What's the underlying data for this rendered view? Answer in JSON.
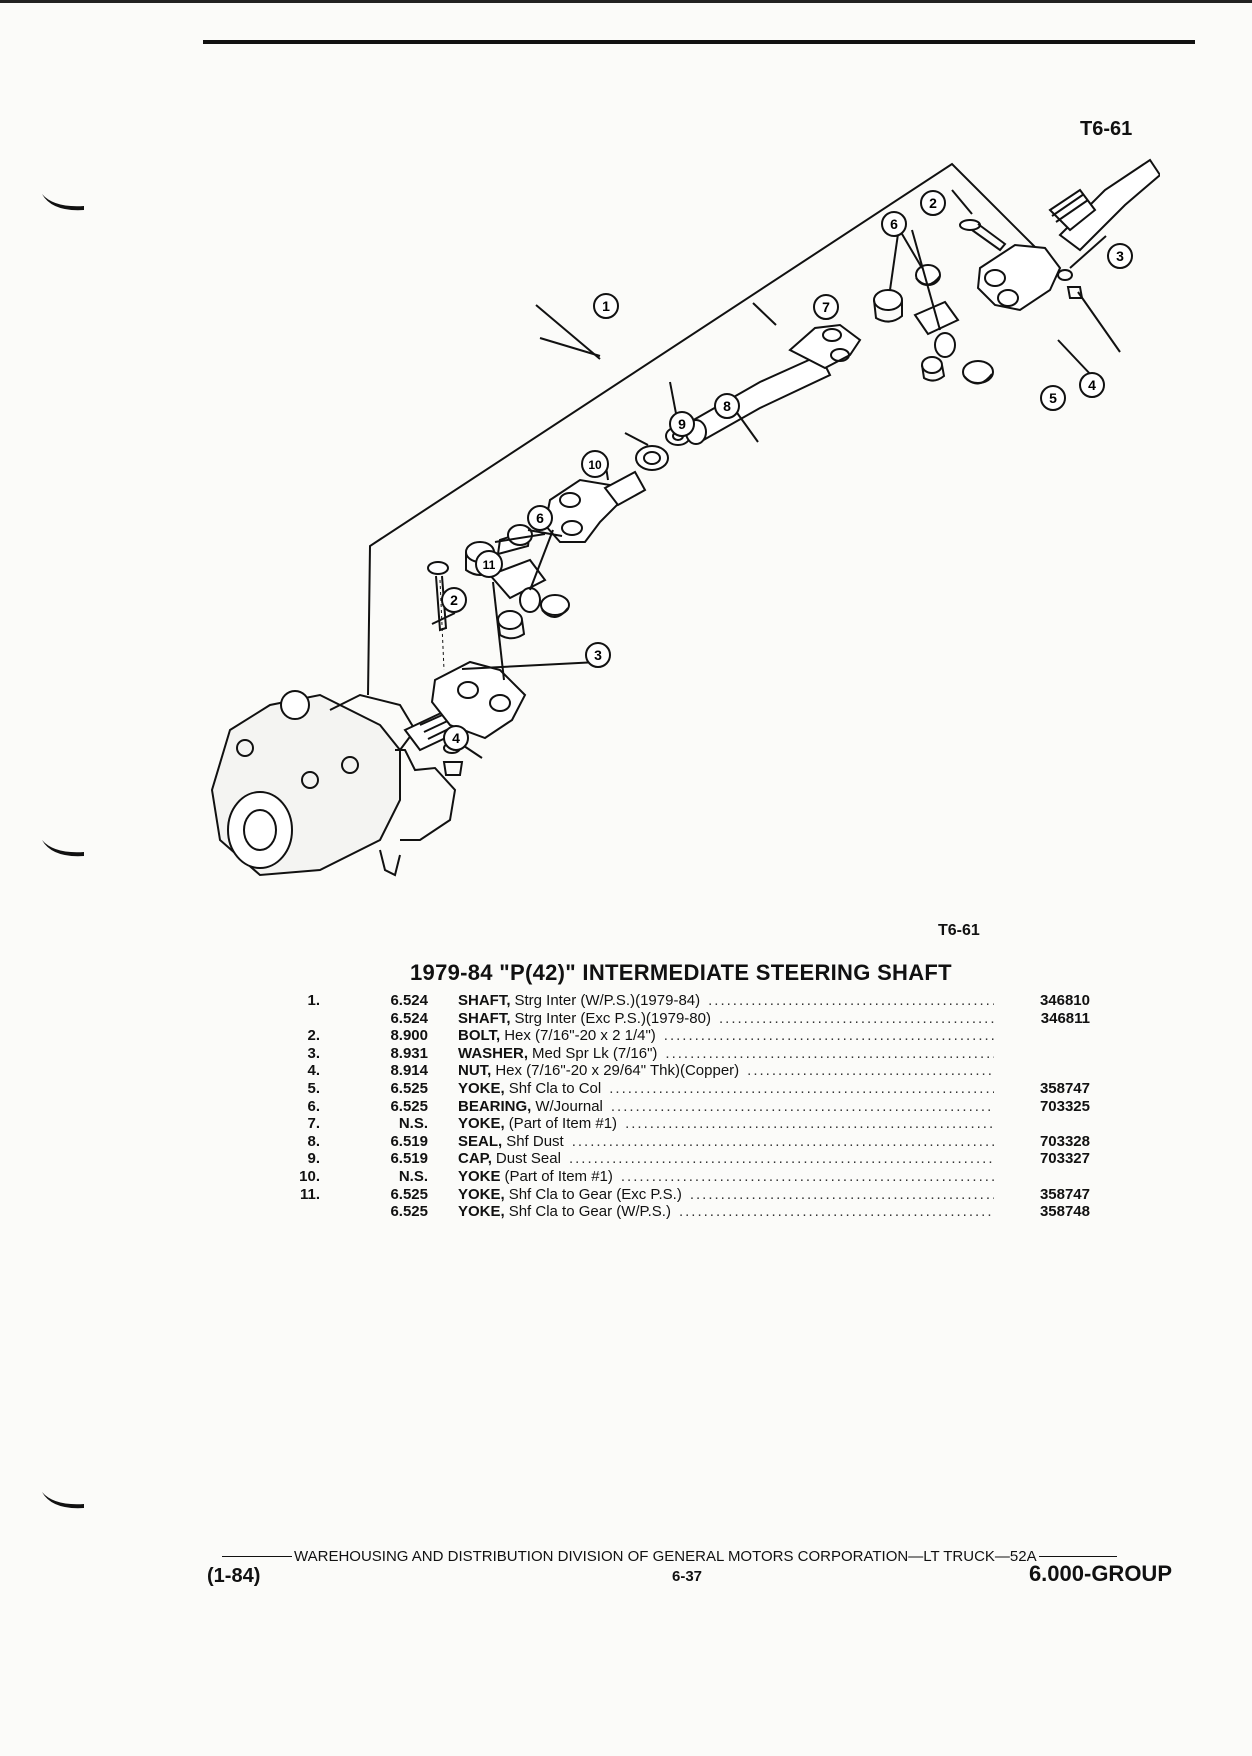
{
  "figure": {
    "id_top": "T6-61",
    "id_bottom": "T6-61",
    "callouts": [
      "1",
      "2",
      "3",
      "4",
      "5",
      "6",
      "7",
      "8",
      "9",
      "10",
      "11",
      "6",
      "2",
      "3",
      "4"
    ]
  },
  "title": "1979-84 \"P(42)\" INTERMEDIATE STEERING SHAFT",
  "parts": [
    {
      "item": "1.",
      "group": "6.524",
      "name": "SHAFT,",
      "detail": "Strg Inter (W/P.S.)(1979-84)",
      "part": "346810"
    },
    {
      "item": "",
      "group": "6.524",
      "name": "SHAFT,",
      "detail": "Strg Inter (Exc P.S.)(1979-80)",
      "part": "346811"
    },
    {
      "item": "2.",
      "group": "8.900",
      "name": "BOLT,",
      "detail": "Hex (7/16\"-20 x 2 1/4\")",
      "part": ""
    },
    {
      "item": "3.",
      "group": "8.931",
      "name": "WASHER,",
      "detail": "Med Spr Lk (7/16\")",
      "part": ""
    },
    {
      "item": "4.",
      "group": "8.914",
      "name": "NUT,",
      "detail": "Hex (7/16\"-20 x 29/64\" Thk)(Copper)",
      "part": ""
    },
    {
      "item": "5.",
      "group": "6.525",
      "name": "YOKE,",
      "detail": "Shf Cla to Col",
      "part": "358747"
    },
    {
      "item": "6.",
      "group": "6.525",
      "name": "BEARING,",
      "detail": "W/Journal",
      "part": "703325"
    },
    {
      "item": "7.",
      "group": "N.S.",
      "name": "YOKE,",
      "detail": "(Part of Item #1)",
      "part": ""
    },
    {
      "item": "8.",
      "group": "6.519",
      "name": "SEAL,",
      "detail": "Shf Dust",
      "part": "703328"
    },
    {
      "item": "9.",
      "group": "6.519",
      "name": "CAP,",
      "detail": "Dust Seal",
      "part": "703327"
    },
    {
      "item": "10.",
      "group": "N.S.",
      "name": "YOKE",
      "detail": "(Part of Item #1)",
      "part": ""
    },
    {
      "item": "11.",
      "group": "6.525",
      "name": "YOKE,",
      "detail": "Shf Cla to Gear (Exc P.S.)",
      "part": "358747"
    },
    {
      "item": "",
      "group": "6.525",
      "name": "YOKE,",
      "detail": "Shf Cla to Gear (W/P.S.)",
      "part": "358748"
    }
  ],
  "footer": {
    "line": "WAREHOUSING AND DISTRIBUTION DIVISION OF GENERAL MOTORS CORPORATION—LT TRUCK—52A",
    "date": "(1-84)",
    "page": "6-37",
    "group": "6.000-GROUP"
  }
}
